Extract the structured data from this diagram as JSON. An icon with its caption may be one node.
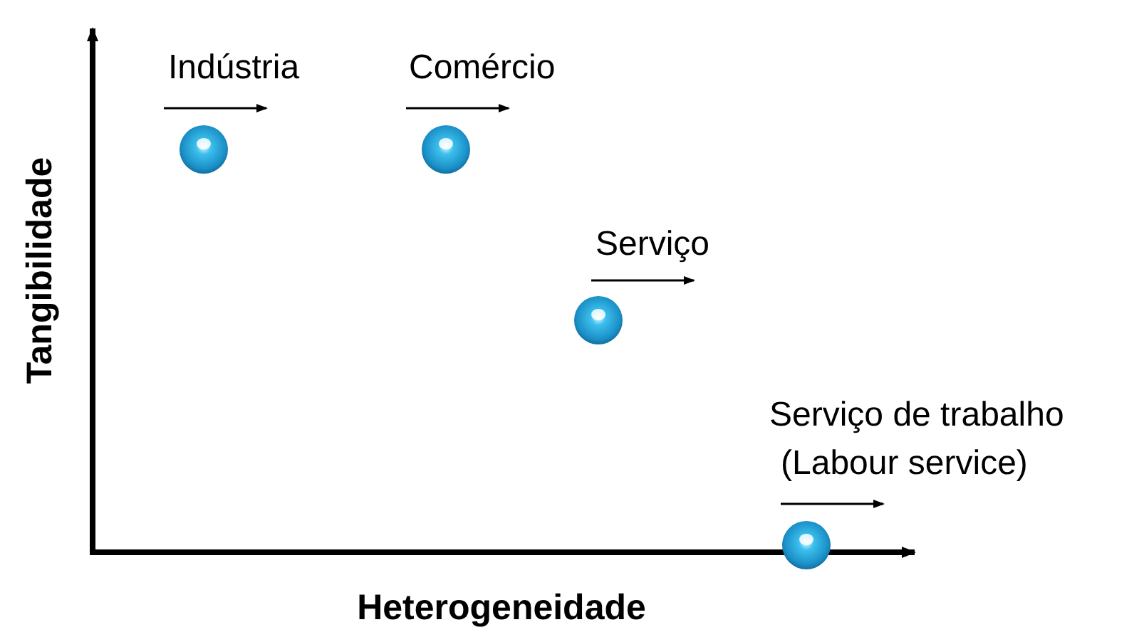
{
  "diagram": {
    "nodes": [
      {
        "text": [],
        "shape": "circle",
        "beside": [
          "Indústria"
        ]
      },
      {
        "text": [],
        "shape": "circle",
        "beside": [
          "Comércio"
        ]
      },
      {
        "text": [],
        "shape": "circle",
        "beside": [
          "Serviço"
        ]
      },
      {
        "text": [],
        "shape": "circle",
        "beside": [
          "Serviço de trabalho",
          "(Labour service)"
        ]
      }
    ],
    "labels": [
      "Tangibilidade",
      "Heterogeneidade"
    ]
  }
}
